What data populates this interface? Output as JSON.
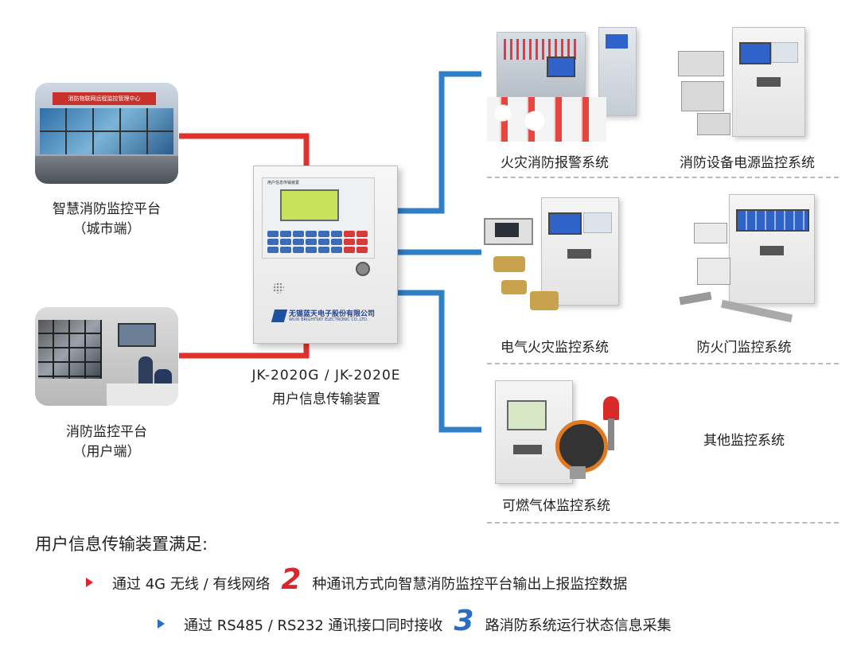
{
  "platforms": {
    "city_title": "智慧消防监控平台",
    "city_sub": "（城市端）",
    "user_title": "消防监控平台",
    "user_sub": "（用户端）",
    "wall_text": "消防物联网远程监控管理中心"
  },
  "device": {
    "model": "JK-2020G / JK-2020E",
    "name": "用户信息传输装置",
    "panel_title": "用户信息传输装置",
    "brand_cn": "无锡蓝天电子股份有限公司",
    "brand_en": "WUXI BRIGHTSKY ELECTRONIC CO.,LTD."
  },
  "systems": [
    {
      "label": "火灾消防报警系统"
    },
    {
      "label": "消防设备电源监控系统"
    },
    {
      "label": "电气火灾监控系统"
    },
    {
      "label": "防火门监控系统"
    },
    {
      "label": "可燃气体监控系统"
    },
    {
      "label": "其他监控系统"
    }
  ],
  "footer": {
    "title": "用户信息传输装置满足:",
    "line1": {
      "pre": "通过 4G 无线 / 有线网络",
      "num": "2",
      "post": "种通讯方式向智慧消防监控平台输出上报监控数据"
    },
    "line2": {
      "pre": "通过 RS485 / RS232 通讯接口同时接收",
      "num": "3",
      "post": "路消防系统运行状态信息采集"
    }
  },
  "colors": {
    "red_line": "#e0322d",
    "blue_line": "#2f7fc6",
    "bullet_red": "#d7282f",
    "bullet_blue": "#2b6cc4"
  }
}
